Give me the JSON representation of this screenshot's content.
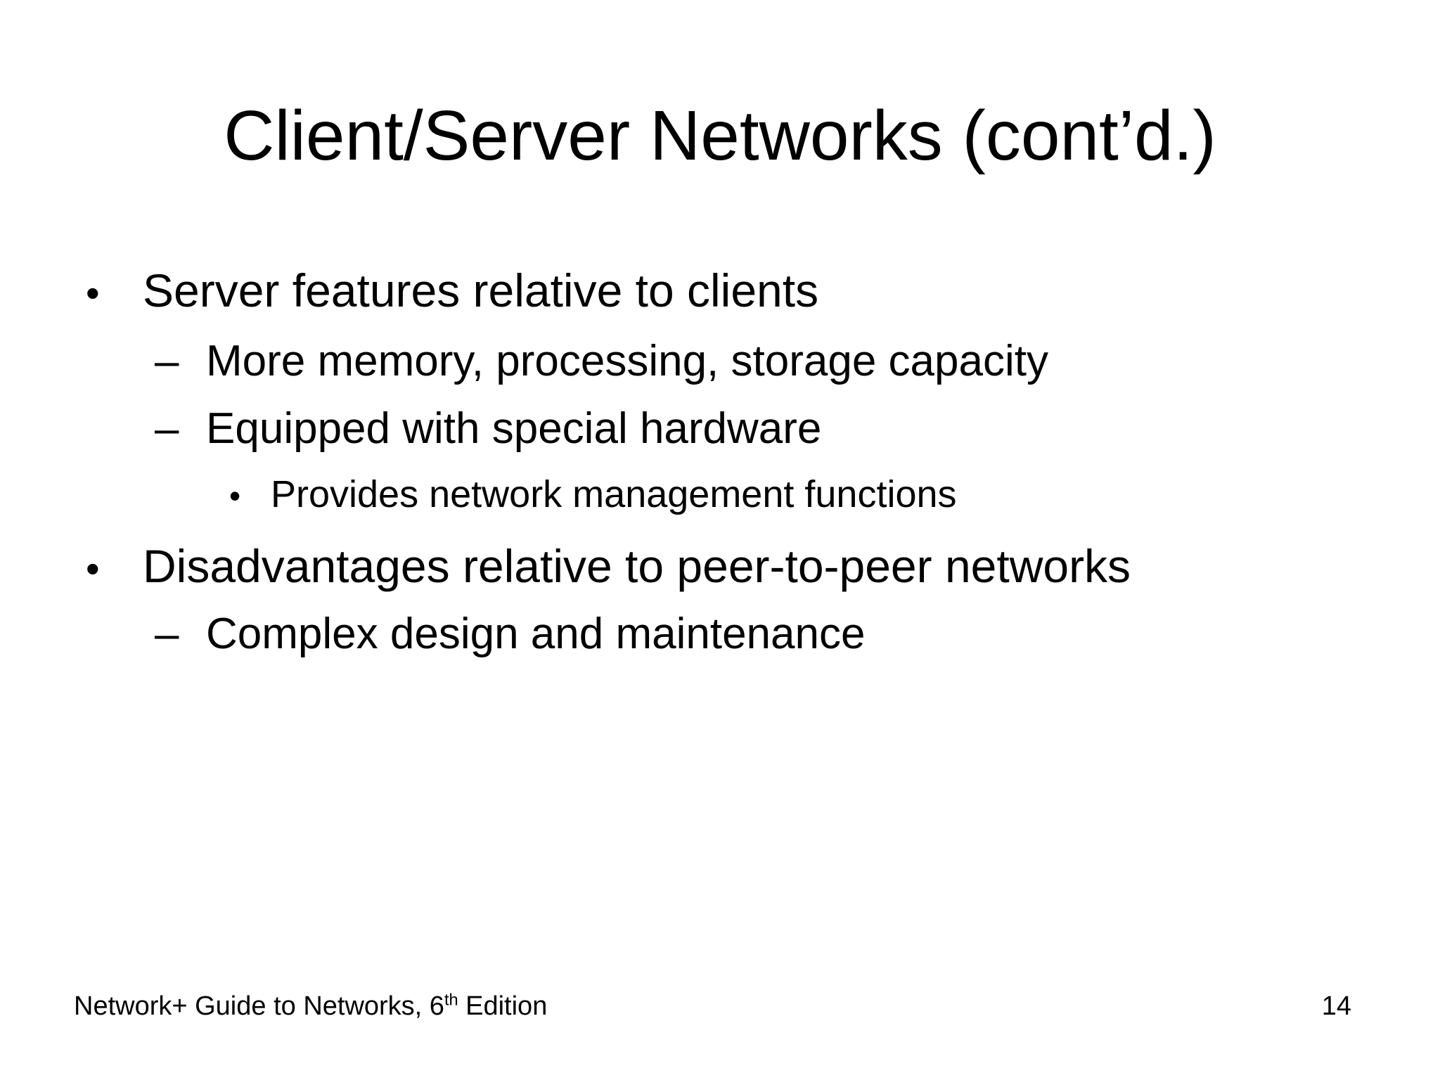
{
  "slide": {
    "title": "Client/Server Networks (cont’d.)",
    "bullets": [
      {
        "level": 1,
        "marker": "•",
        "text": "Server features relative to clients"
      },
      {
        "level": 2,
        "marker": "–",
        "text": "More memory, processing, storage capacity"
      },
      {
        "level": 2,
        "marker": "–",
        "text": "Equipped with special hardware"
      },
      {
        "level": 3,
        "marker": "•",
        "text": "Provides network management functions"
      },
      {
        "level": 1,
        "marker": "•",
        "text": "Disadvantages relative to peer-to-peer networks"
      },
      {
        "level": 2,
        "marker": "–",
        "text": "Complex design and maintenance"
      }
    ],
    "footer": {
      "book_prefix": "Network+ Guide to Networks, 6",
      "edition_superscript": "th",
      "book_suffix": " Edition",
      "page_number": "14"
    },
    "colors": {
      "background": "#ffffff",
      "text": "#000000"
    }
  }
}
